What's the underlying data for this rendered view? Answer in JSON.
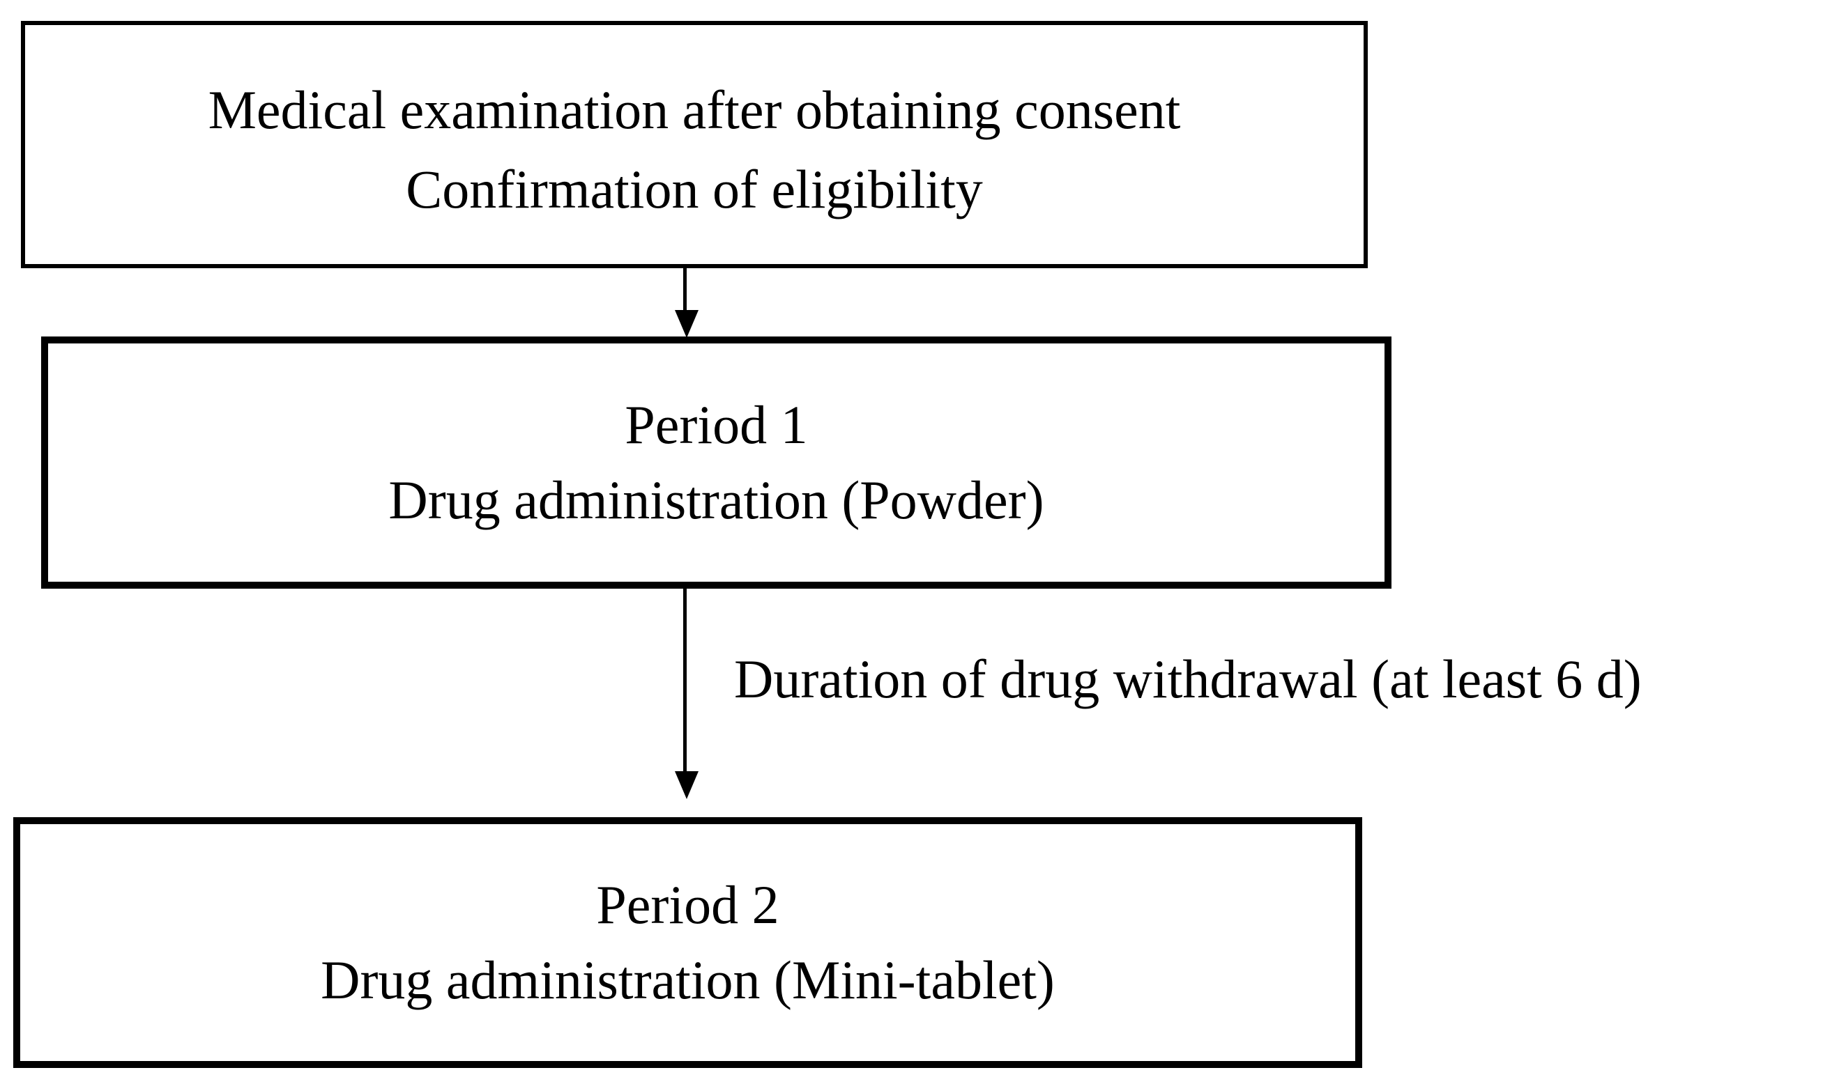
{
  "diagram": {
    "type": "flowchart",
    "orientation": "vertical",
    "title": "",
    "accent_color": "#000000",
    "background_color": "#ffffff",
    "nodes": [
      {
        "id": "screening",
        "lines": [
          "Medical examination after obtaining consent",
          "Confirmation of eligibility"
        ]
      },
      {
        "id": "period1",
        "lines": [
          "Period 1",
          "Drug administration (Powder)"
        ]
      },
      {
        "id": "period2",
        "lines": [
          "Period 2",
          "Drug administration (Mini-tablet)"
        ]
      }
    ],
    "edges": [
      {
        "id": "edge-1",
        "from": "screening",
        "to": "period1",
        "label": ""
      },
      {
        "id": "edge-2",
        "from": "period1",
        "to": "period2",
        "label": "Duration of drug withdrawal (at least 6 d)"
      }
    ]
  }
}
